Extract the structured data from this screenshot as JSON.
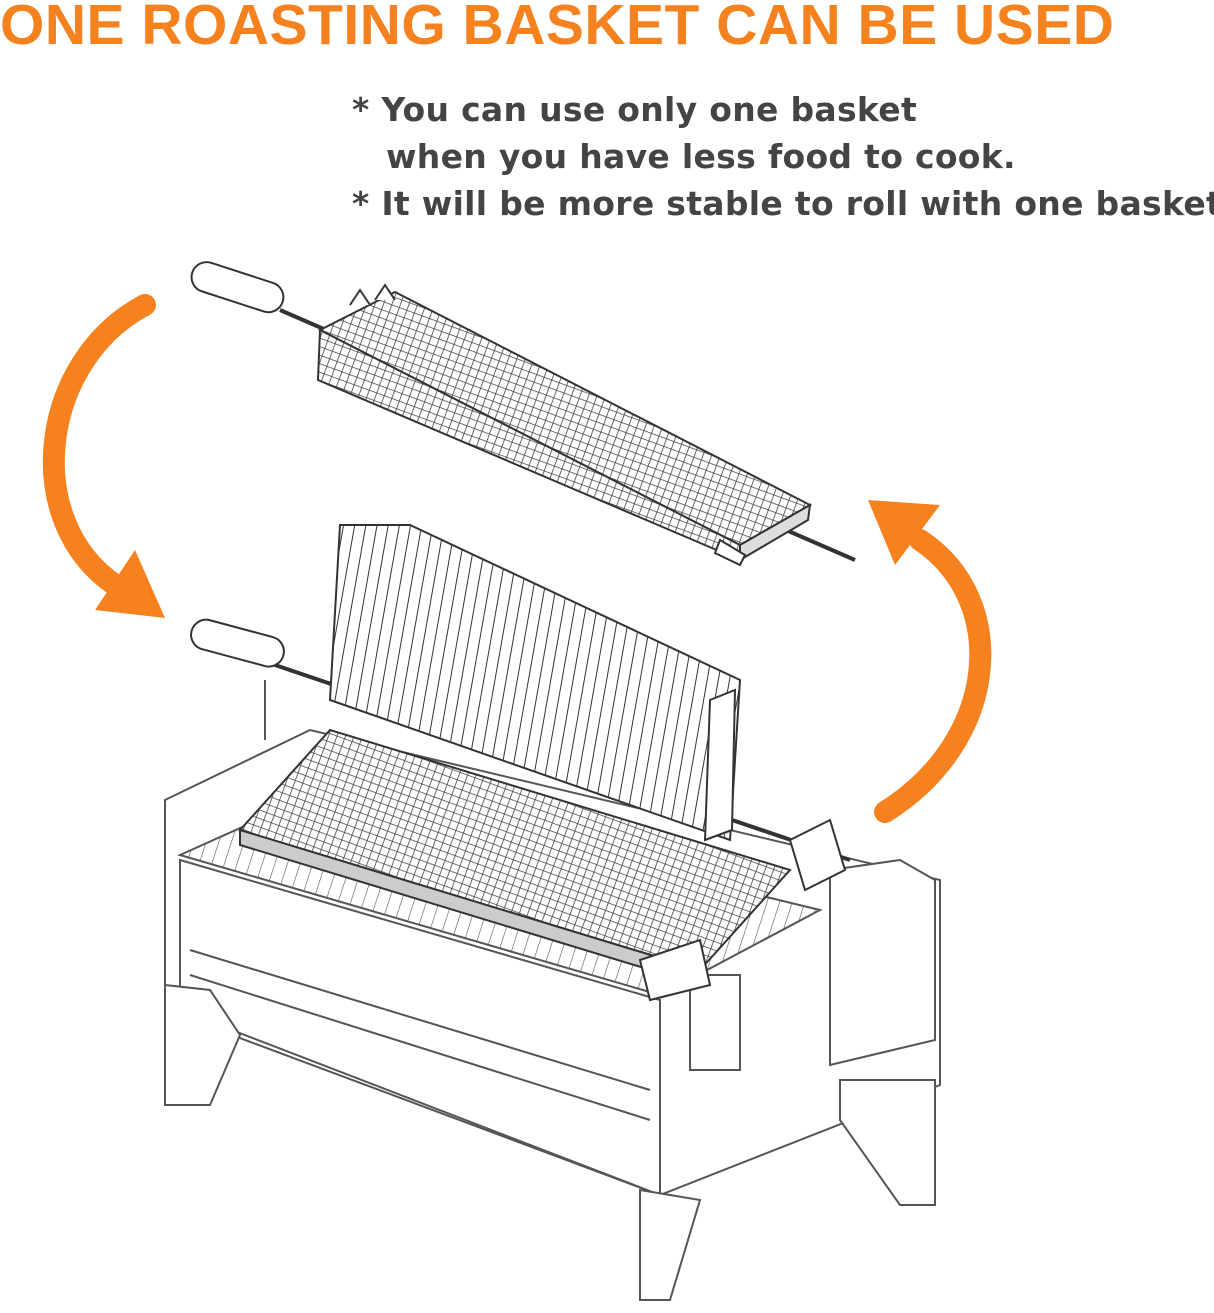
{
  "title": "ONE ROASTING BASKET CAN BE USED",
  "notes": [
    "* You can use only one basket",
    "when you have less food to cook.",
    "* It will be more stable to roll with one basket."
  ],
  "colors": {
    "accent": "#F5821F",
    "text": "#444444",
    "line": "#333333"
  }
}
